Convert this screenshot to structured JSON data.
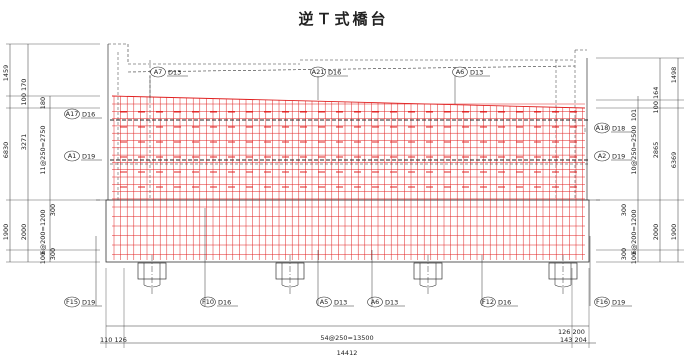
{
  "title": "逆Ｔ式橋台",
  "bar_labels": [
    {
      "id": "a7",
      "mark": "A7",
      "size": "D13"
    },
    {
      "id": "a21",
      "mark": "A21",
      "size": "D16"
    },
    {
      "id": "a6top",
      "mark": "A6",
      "size": "D13"
    },
    {
      "id": "a17",
      "mark": "A17",
      "size": "D16"
    },
    {
      "id": "a1",
      "mark": "A1",
      "size": "D19"
    },
    {
      "id": "a18",
      "mark": "A18",
      "size": "D18"
    },
    {
      "id": "a2",
      "mark": "A2",
      "size": "D19"
    },
    {
      "id": "f15",
      "mark": "F15",
      "size": "D19"
    },
    {
      "id": "f10",
      "mark": "F10",
      "size": "D16"
    },
    {
      "id": "a5",
      "mark": "A5",
      "size": "D13"
    },
    {
      "id": "a6bot",
      "mark": "A6",
      "size": "D13"
    },
    {
      "id": "f12",
      "mark": "F12",
      "size": "D16"
    },
    {
      "id": "f16",
      "mark": "F16",
      "size": "D19"
    }
  ],
  "dims_left_outer": [
    "1459",
    "6830",
    "1900"
  ],
  "dims_left_mid": [
    "100 170",
    "3271",
    "2000"
  ],
  "dims_left_inner": [
    "180",
    "11@250=2750",
    "6@200=1200",
    "100"
  ],
  "dims_left_small": [
    "300",
    "300"
  ],
  "dims_right_outer": [
    "1498",
    "6369",
    "1900"
  ],
  "dims_right_mid": [
    "100 164",
    "2865",
    "2000"
  ],
  "dims_right_inner": [
    "101",
    "10@250=2500",
    "6@200=1200",
    "100"
  ],
  "dims_right_small": [
    "300",
    "300"
  ],
  "dims_bottom": {
    "left": "110 126",
    "center": "54@250=13500",
    "right_top": "126 200",
    "right_bottom": "143 204",
    "total": "14412"
  }
}
